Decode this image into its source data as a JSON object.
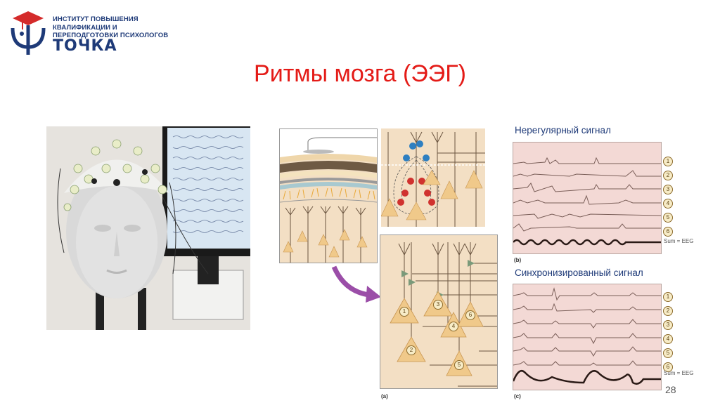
{
  "logo": {
    "institute_lines": [
      "ИНСТИТУТ ПОВЫШЕНИЯ",
      "КВАЛИФИКАЦИИ И",
      "ПЕРЕПОДГОТОВКИ ПСИХОЛОГОВ"
    ],
    "brand": "ТОЧКА",
    "colors": {
      "blue": "#1e3a78",
      "red": "#d42b2b"
    }
  },
  "slide": {
    "title": "Ритмы мозга (ЭЭГ)",
    "title_color": "#e41b17",
    "page_number": "28"
  },
  "photo": {
    "description": "Mannequin head wearing EEG electrode cap next to monitor showing EEG traces"
  },
  "diagram": {
    "neuron_labels": [
      "1",
      "2",
      "3",
      "4",
      "5",
      "6"
    ],
    "fig_label_a": "(a)",
    "charges": {
      "negative": "−",
      "positive": "+"
    }
  },
  "irregular": {
    "caption": "Нерегулярный сигнал",
    "channels": [
      "1",
      "2",
      "3",
      "4",
      "5",
      "6"
    ],
    "sum_label": "Sum = EEG",
    "fig_label": "(b)"
  },
  "synchronized": {
    "caption": "Синхронизированный сигнал",
    "channels": [
      "1",
      "2",
      "3",
      "4",
      "5",
      "6"
    ],
    "sum_label": "Sum = EEG",
    "fig_label": "(c)"
  }
}
